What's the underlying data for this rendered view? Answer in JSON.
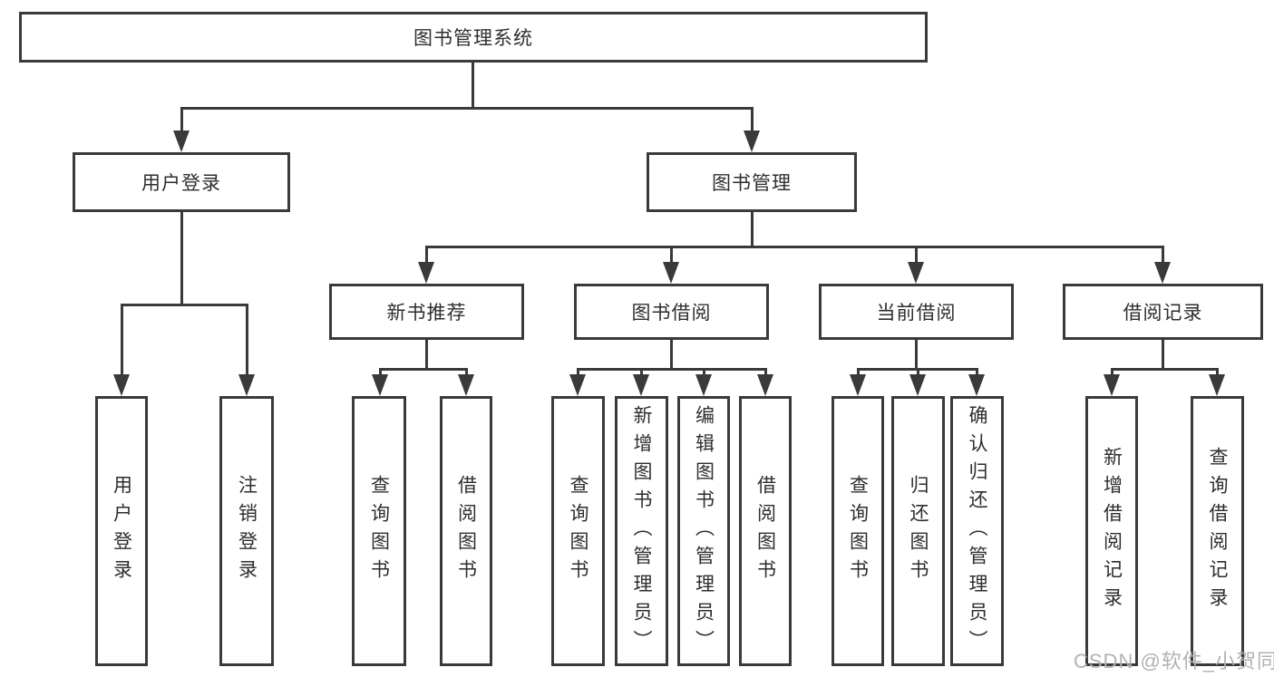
{
  "tree": {
    "root": {
      "label": "图书管理系统"
    },
    "children": [
      {
        "label": "用户登录",
        "children": [
          {
            "label": "用户登录"
          },
          {
            "label": "注销登录"
          }
        ]
      },
      {
        "label": "图书管理",
        "children": [
          {
            "label": "新书推荐",
            "children": [
              {
                "label": "查询图书"
              },
              {
                "label": "借阅图书"
              }
            ]
          },
          {
            "label": "图书借阅",
            "children": [
              {
                "label": "查询图书"
              },
              {
                "label": "新增图书（管理员）"
              },
              {
                "label": "编辑图书（管理员）"
              },
              {
                "label": "借阅图书"
              }
            ]
          },
          {
            "label": "当前借阅",
            "children": [
              {
                "label": "查询图书"
              },
              {
                "label": "归还图书"
              },
              {
                "label": "确认归还（管理员）"
              }
            ]
          },
          {
            "label": "借阅记录",
            "children": [
              {
                "label": "新增借阅记录"
              },
              {
                "label": "查询借阅记录"
              }
            ]
          }
        ]
      }
    ]
  },
  "watermark": {
    "text": "CSDN @软件_小贺同学"
  },
  "icons": {
    "arrow_down": "css-triangle-down"
  },
  "colors": {
    "line": "#3a3a3a",
    "text": "#2e2e2e",
    "watermark": "#b2b2b2",
    "background": "#ffffff"
  }
}
